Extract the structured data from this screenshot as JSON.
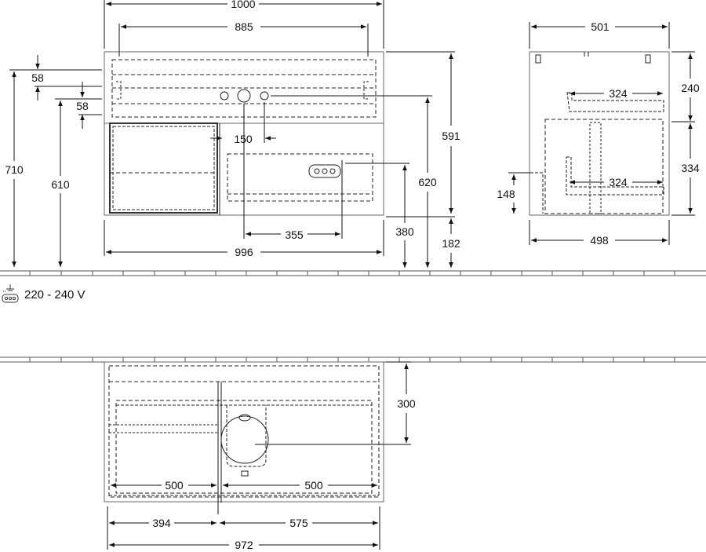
{
  "dimensions": {
    "front_top_width": "1000",
    "front_inner_width": "885",
    "front_bottom_width": "996",
    "offset_58_top": "58",
    "offset_58_lower": "58",
    "overall_height": "710",
    "height_610": "610",
    "height_620": "620",
    "height_591": "591",
    "height_380": "380",
    "height_182": "182",
    "tap_offset": "150",
    "outlet_offset": "355",
    "side_depth_top": "501",
    "side_depth_bottom": "498",
    "side_inner_324_top": "324",
    "side_inner_324_bottom": "324",
    "side_height_240": "240",
    "side_height_334": "334",
    "side_height_148": "148",
    "plan_depth_300": "300",
    "plan_drawer_left": "500",
    "plan_drawer_right": "500",
    "plan_left_394": "394",
    "plan_right_575": "575",
    "plan_total_972": "972"
  },
  "power": {
    "voltage_label": "220 - 240 V",
    "icon": "power-socket-icon"
  }
}
